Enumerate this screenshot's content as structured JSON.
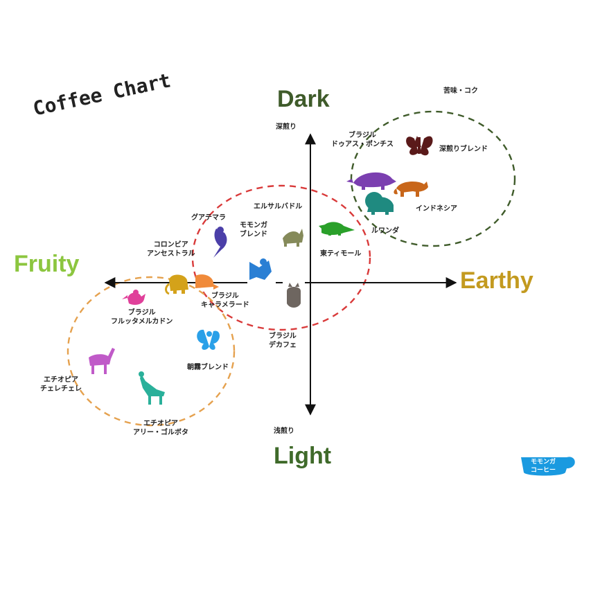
{
  "title": "Coffee Chart",
  "axes": {
    "top": {
      "label": "Dark",
      "color": "#3f5b2a"
    },
    "bottom": {
      "label": "Light",
      "color": "#3f6a2a"
    },
    "left": {
      "label": "Fruity",
      "color": "#8cc63f"
    },
    "right": {
      "label": "Earthy",
      "color": "#c39a1f"
    },
    "top_sub": "深煎り",
    "bottom_sub": "浅煎り",
    "corner_note": "苦味・コク"
  },
  "groups": [
    {
      "name": "dark",
      "color": "#3f5b2a"
    },
    {
      "name": "medium",
      "color": "#d93a3a"
    },
    {
      "name": "light",
      "color": "#e5a14e"
    }
  ],
  "items": [
    {
      "line1": "ブラジル",
      "line2": "ドゥアス・ポンチス",
      "animal": "butterfly-icon",
      "color": "#5a1a1a"
    },
    {
      "line1": "深煎りブレンド",
      "line2": "",
      "animal": "armadillo-icon",
      "color": "#7b3fb0"
    },
    {
      "line1": "インドネシア",
      "line2": "",
      "animal": "jaguar-icon",
      "color": "#c8661a"
    },
    {
      "line1": "ルワンダ",
      "line2": "",
      "animal": "lion-icon",
      "color": "#1f8a80"
    },
    {
      "line1": "東ティモール",
      "line2": "",
      "animal": "crocodile-icon",
      "color": "#2aa02a"
    },
    {
      "line1": "エルサルバドル",
      "line2": "",
      "animal": "wolf-icon",
      "color": "#858a5a"
    },
    {
      "line1": "モモンガ",
      "line2": "ブレンド",
      "animal": "flying-squirrel-icon",
      "color": "#2a7fd4"
    },
    {
      "line1": "グアテマラ",
      "line2": "",
      "animal": "parrot-icon",
      "color": "#4b3fa8"
    },
    {
      "line1": "コロンビア",
      "line2": "アンセストラル",
      "animal": "mammoth-icon",
      "color": "#d4a21a"
    },
    {
      "line1": "ブラジル",
      "line2": "キャラメラード",
      "animal": "beaver-icon",
      "color": "#f08a3a"
    },
    {
      "line1": "ブラジル",
      "line2": "デカフェ",
      "animal": "owl-icon",
      "color": "#6e6660"
    },
    {
      "line1": "ブラジル",
      "line2": "フルッタメルカドン",
      "animal": "pelican-icon",
      "color": "#e0409a"
    },
    {
      "line1": "朝霧ブレンド",
      "line2": "",
      "animal": "fairy-icon",
      "color": "#2aa0e8"
    },
    {
      "line1": "エチオピア",
      "line2": "チェレチェレ",
      "animal": "deer-icon",
      "color": "#c05ac8"
    },
    {
      "line1": "エチオピア",
      "line2": "アリー・ゴルボタ",
      "animal": "giraffe-icon",
      "color": "#2ab09a"
    }
  ],
  "logo": {
    "text_top": "モモンガ",
    "text_bottom": "コーヒー",
    "color": "#1a9ae0"
  }
}
